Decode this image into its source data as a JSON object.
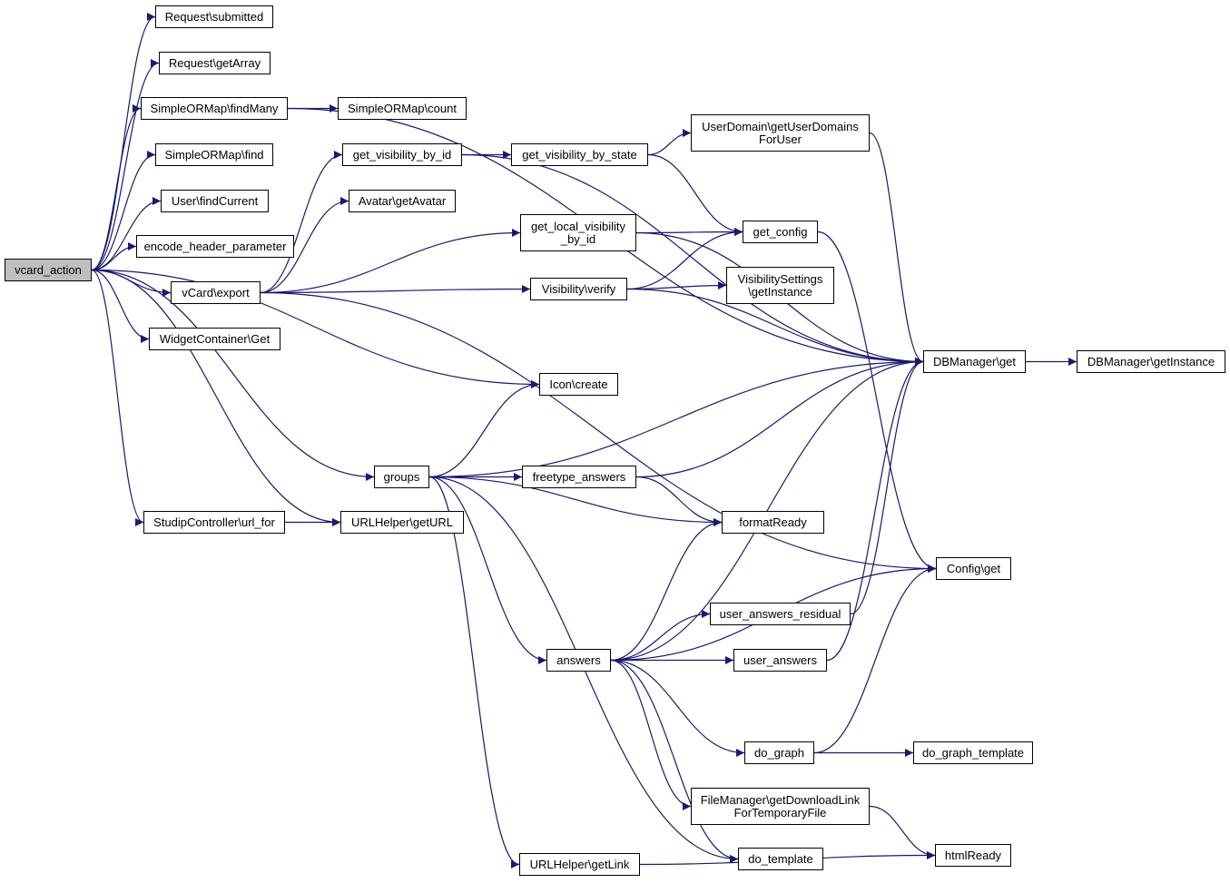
{
  "colors": {
    "edge": "#191970",
    "node_border": "#000000",
    "node_fill": "#ffffff",
    "root_fill": "#bfbfbf"
  },
  "nodes": [
    {
      "id": "vcard_action",
      "label": "vcard_action",
      "root": true
    },
    {
      "id": "req_submitted",
      "label": "Request\\submitted"
    },
    {
      "id": "req_getarray",
      "label": "Request\\getArray"
    },
    {
      "id": "orm_findmany",
      "label": "SimpleORMap\\findMany"
    },
    {
      "id": "orm_count",
      "label": "SimpleORMap\\count"
    },
    {
      "id": "orm_find",
      "label": "SimpleORMap\\find"
    },
    {
      "id": "user_findcurrent",
      "label": "User\\findCurrent"
    },
    {
      "id": "encode_header",
      "label": "encode_header_parameter"
    },
    {
      "id": "vcard_export",
      "label": "vCard\\export"
    },
    {
      "id": "widget_get",
      "label": "WidgetContainer\\Get"
    },
    {
      "id": "get_vis_by_id",
      "label": "get_visibility_by_id"
    },
    {
      "id": "avatar_get",
      "label": "Avatar\\getAvatar"
    },
    {
      "id": "get_vis_by_state",
      "label": "get_visibility_by_state"
    },
    {
      "id": "userdomain",
      "label": "UserDomain\\getUserDomains\nForUser"
    },
    {
      "id": "get_local_vis",
      "label": "get_local_visibility\n_by_id"
    },
    {
      "id": "get_config",
      "label": "get_config"
    },
    {
      "id": "vis_verify",
      "label": "Visibility\\verify"
    },
    {
      "id": "vis_settings",
      "label": "VisibilitySettings\n\\getInstance"
    },
    {
      "id": "db_get",
      "label": "DBManager\\get"
    },
    {
      "id": "db_getinstance",
      "label": "DBManager\\getInstance"
    },
    {
      "id": "icon_create",
      "label": "Icon\\create"
    },
    {
      "id": "groups",
      "label": "groups"
    },
    {
      "id": "freetype",
      "label": "freetype_answers"
    },
    {
      "id": "studip_urlfor",
      "label": "StudipController\\url_for"
    },
    {
      "id": "urlhelper_geturl",
      "label": "URLHelper\\getURL"
    },
    {
      "id": "formatready",
      "label": "formatReady"
    },
    {
      "id": "config_get",
      "label": "Config\\get"
    },
    {
      "id": "ua_residual",
      "label": "user_answers_residual"
    },
    {
      "id": "answers",
      "label": "answers"
    },
    {
      "id": "user_answers",
      "label": "user_answers"
    },
    {
      "id": "do_graph",
      "label": "do_graph"
    },
    {
      "id": "do_graph_tpl",
      "label": "do_graph_template"
    },
    {
      "id": "filemanager",
      "label": "FileManager\\getDownloadLink\nForTemporaryFile"
    },
    {
      "id": "htmlready",
      "label": "htmlReady"
    },
    {
      "id": "do_template",
      "label": "do_template"
    },
    {
      "id": "urlhelper_getlink",
      "label": "URLHelper\\getLink"
    }
  ],
  "edges": [
    [
      "vcard_action",
      "req_submitted"
    ],
    [
      "vcard_action",
      "req_getarray"
    ],
    [
      "vcard_action",
      "orm_findmany"
    ],
    [
      "vcard_action",
      "orm_find"
    ],
    [
      "vcard_action",
      "user_findcurrent"
    ],
    [
      "vcard_action",
      "encode_header"
    ],
    [
      "vcard_action",
      "vcard_export"
    ],
    [
      "vcard_action",
      "widget_get"
    ],
    [
      "vcard_action",
      "icon_create"
    ],
    [
      "vcard_action",
      "groups"
    ],
    [
      "vcard_action",
      "urlhelper_geturl"
    ],
    [
      "vcard_action",
      "studip_urlfor"
    ],
    [
      "orm_findmany",
      "orm_count"
    ],
    [
      "orm_findmany",
      "db_get"
    ],
    [
      "vcard_export",
      "get_vis_by_id"
    ],
    [
      "vcard_export",
      "avatar_get"
    ],
    [
      "vcard_export",
      "get_local_vis"
    ],
    [
      "vcard_export",
      "vis_verify"
    ],
    [
      "vcard_export",
      "config_get"
    ],
    [
      "get_vis_by_id",
      "get_vis_by_state"
    ],
    [
      "get_vis_by_id",
      "db_get"
    ],
    [
      "get_vis_by_state",
      "userdomain"
    ],
    [
      "get_vis_by_state",
      "get_config"
    ],
    [
      "userdomain",
      "db_get"
    ],
    [
      "get_local_vis",
      "get_config"
    ],
    [
      "get_local_vis",
      "db_get"
    ],
    [
      "get_config",
      "config_get"
    ],
    [
      "vis_verify",
      "get_config"
    ],
    [
      "vis_verify",
      "vis_settings"
    ],
    [
      "vis_verify",
      "db_get"
    ],
    [
      "db_get",
      "db_getinstance"
    ],
    [
      "groups",
      "icon_create"
    ],
    [
      "groups",
      "db_get"
    ],
    [
      "groups",
      "freetype"
    ],
    [
      "groups",
      "formatready"
    ],
    [
      "groups",
      "answers"
    ],
    [
      "groups",
      "urlhelper_getlink"
    ],
    [
      "groups",
      "do_template"
    ],
    [
      "freetype",
      "db_get"
    ],
    [
      "freetype",
      "formatready"
    ],
    [
      "studip_urlfor",
      "urlhelper_geturl"
    ],
    [
      "answers",
      "formatready"
    ],
    [
      "answers",
      "db_get"
    ],
    [
      "answers",
      "ua_residual"
    ],
    [
      "answers",
      "user_answers"
    ],
    [
      "answers",
      "config_get"
    ],
    [
      "answers",
      "do_graph"
    ],
    [
      "answers",
      "filemanager"
    ],
    [
      "answers",
      "do_template"
    ],
    [
      "ua_residual",
      "db_get"
    ],
    [
      "user_answers",
      "db_get"
    ],
    [
      "do_graph",
      "do_graph_tpl"
    ],
    [
      "do_graph",
      "config_get"
    ],
    [
      "filemanager",
      "htmlready"
    ],
    [
      "urlhelper_getlink",
      "htmlready"
    ]
  ]
}
